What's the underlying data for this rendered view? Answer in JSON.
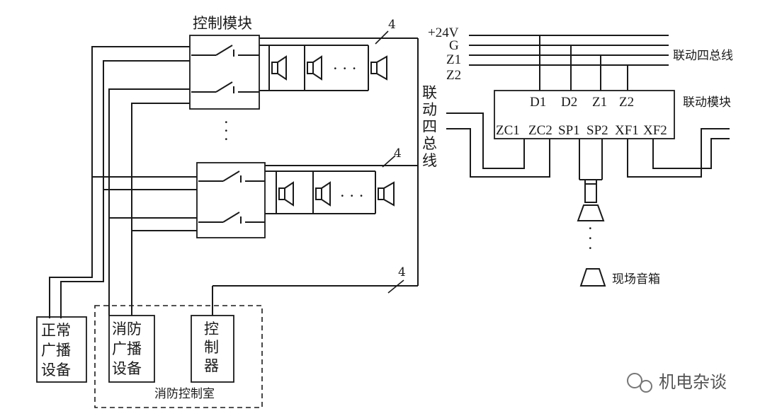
{
  "labels": {
    "control_module": "控制模块",
    "count_top": "4",
    "count_mid": "4",
    "count_bottom": "4",
    "dots_top": "· · ·",
    "dots_mid": "· · ·",
    "vert_dots_left": "·\n·\n·",
    "vert_dots_right": "·\n·\n·",
    "bus_vertical": [
      "联",
      "动",
      "四",
      "总",
      "线"
    ],
    "power_24v": "+24V",
    "g": "G",
    "z1": "Z1",
    "z2": "Z2",
    "bus_right": "联动四总线",
    "linkage_module": "联动模块",
    "terminals_top": [
      "D1",
      "D2",
      "Z1",
      "Z2"
    ],
    "terminals_bottom": [
      "ZC1",
      "ZC2",
      "SP1",
      "SP2",
      "XF1",
      "XF2"
    ],
    "onsite_speaker": "现场音箱",
    "normal_broadcast": [
      "正常",
      "广播",
      "设备"
    ],
    "fire_broadcast": [
      "消防",
      "广播",
      "设备"
    ],
    "controller": [
      "控",
      "制",
      "器"
    ],
    "fire_control_room": "消防控制室",
    "watermark": "机电杂谈"
  }
}
